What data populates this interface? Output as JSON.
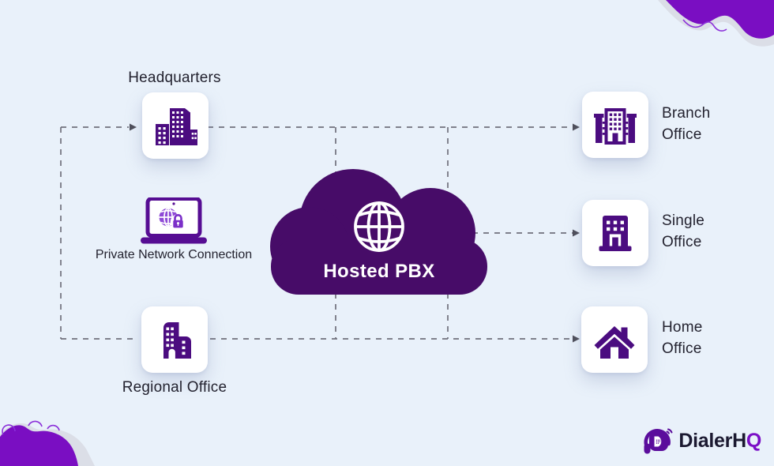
{
  "page": {
    "background_color": "#E9F1FA",
    "cloud_color": "#470C68",
    "icon_color": "#4B0C80",
    "accent_color": "#7A0EC2",
    "text_color": "#23222F",
    "dash_color": "#70707C"
  },
  "diagram": {
    "center": {
      "label": "Hosted PBX",
      "icon": "globe-icon"
    },
    "left_nodes": [
      {
        "id": "headquarters",
        "label": "Headquarters",
        "icon": "headquarters-building-icon"
      },
      {
        "id": "private-network",
        "label": "Private Network Connection",
        "icon": "laptop-secure-globe-icon"
      },
      {
        "id": "regional-office",
        "label": "Regional Office",
        "icon": "regional-building-icon"
      }
    ],
    "right_nodes": [
      {
        "id": "branch-office",
        "label_line1": "Branch",
        "label_line2": "Office",
        "icon": "branch-building-icon"
      },
      {
        "id": "single-office",
        "label_line1": "Single",
        "label_line2": "Office",
        "icon": "single-building-icon"
      },
      {
        "id": "home-office",
        "label_line1": "Home",
        "label_line2": "Office",
        "icon": "home-icon"
      }
    ]
  },
  "logo": {
    "text_primary": "DialerH",
    "text_accent": "Q",
    "icon": "dialerhq-headset-phone-icon"
  }
}
